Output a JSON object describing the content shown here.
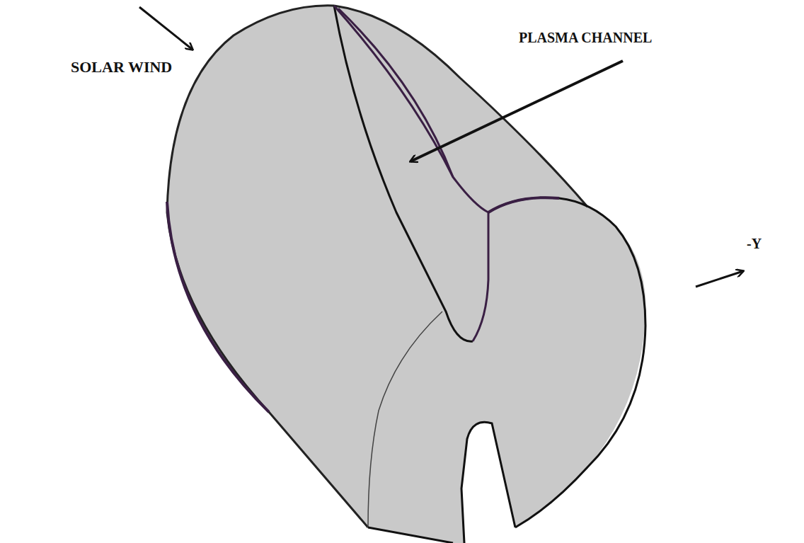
{
  "diagram": {
    "labels": [
      "SOLAR WIND",
      "PLASMA CHANNEL",
      "-Y"
    ]
  }
}
